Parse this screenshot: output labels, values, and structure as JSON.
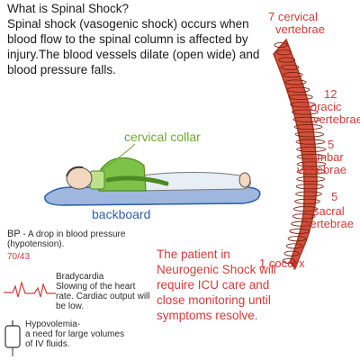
{
  "title": "What is Spinal Shock?",
  "intro": "Spinal shock (vasogenic shock) occurs when blood flow to the spinal column is affected by injury.The blood vessels dilate (open wide) and blood pressure falls.",
  "spine": {
    "cervical": {
      "count": "7",
      "line1": "cervical",
      "line2": "vertebrae"
    },
    "thoracic": {
      "count": "12",
      "line1": "thoracic",
      "line2": "vertebrae"
    },
    "lumbar": {
      "count": "5",
      "line1": "lumbar",
      "line2": "vertebrae"
    },
    "sacral": {
      "count": "5",
      "line1": "sacral",
      "line2": "vertebrae"
    },
    "coccyx": {
      "count": "1",
      "label": "coccyx"
    }
  },
  "labels": {
    "cervical_collar": "cervical collar",
    "backboard": "backboard"
  },
  "bp": {
    "abbr": "BP",
    "text": "- A drop in blood pressure (hypotension).",
    "reading": "70/43"
  },
  "bradycardia": {
    "title": "Bradycardia",
    "text": "Slowing of the heart rate. Cardiac output will be low."
  },
  "hypovolemia": {
    "title": "Hypovolemia-",
    "text": "a need for large volumes of IV fluids."
  },
  "note": "The patient in Neurogenic Shock will require ICU care and close monitoring until symptoms resolve.",
  "colors": {
    "red": "#d63a3a",
    "green": "#6ea832",
    "blue": "#2f5fb0",
    "spine": "#c9432c"
  }
}
